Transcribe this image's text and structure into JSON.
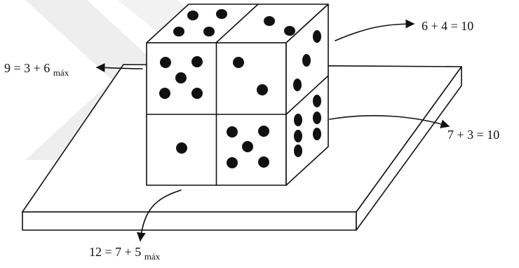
{
  "labels": {
    "top_right": "6 + 4 = 10",
    "left_main": "9 = 3 + 6",
    "left_sub": "máx",
    "right_lower": "7 + 3 = 10",
    "bottom_main": "12 = 7 + 5",
    "bottom_sub": "máx"
  },
  "colors": {
    "ink": "#111111",
    "paper": "#ffffff",
    "watermark": "#eeeeee"
  },
  "icons": {
    "arrow": "curved-arrow-icon",
    "pip": "pip-icon",
    "watermark": "chevron-watermark-icon"
  }
}
